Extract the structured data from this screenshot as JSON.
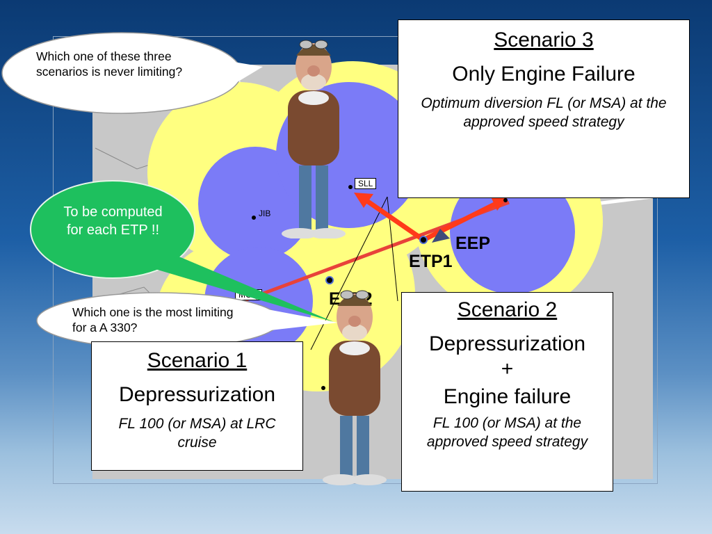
{
  "callouts": {
    "top": "Which one  of these three scenarios is never limiting?",
    "bottom": "Which one is the most limiting for a A 330?",
    "green": "To be computed for each ETP !!"
  },
  "map_labels": {
    "eep": "EEP",
    "etp1": "ETP1",
    "etp2": "ETP2",
    "sll": "SLL",
    "jib": "JIB",
    "mgq": "MGQ"
  },
  "scenario3": {
    "title": "Scenario 3",
    "subtitle": "Only Engine Failure",
    "detail": "Optimum diversion FL (or MSA) at the approved speed strategy"
  },
  "scenario2": {
    "title": "Scenario 2",
    "line1": "Depressurization",
    "plus": "+",
    "line2": "Engine failure",
    "detail": "FL 100 (or MSA) at the approved speed strategy"
  },
  "scenario1": {
    "title": "Scenario 1",
    "subtitle": "Depressurization",
    "detail": "FL 100 (or MSA) at LRC cruise"
  },
  "colors": {
    "yellow_zone": "#ffff80",
    "blue_zone": "#7b7bf7",
    "route": "#e8423a",
    "green_callout": "#1ec05e",
    "arrow": "#ff3a1a"
  }
}
